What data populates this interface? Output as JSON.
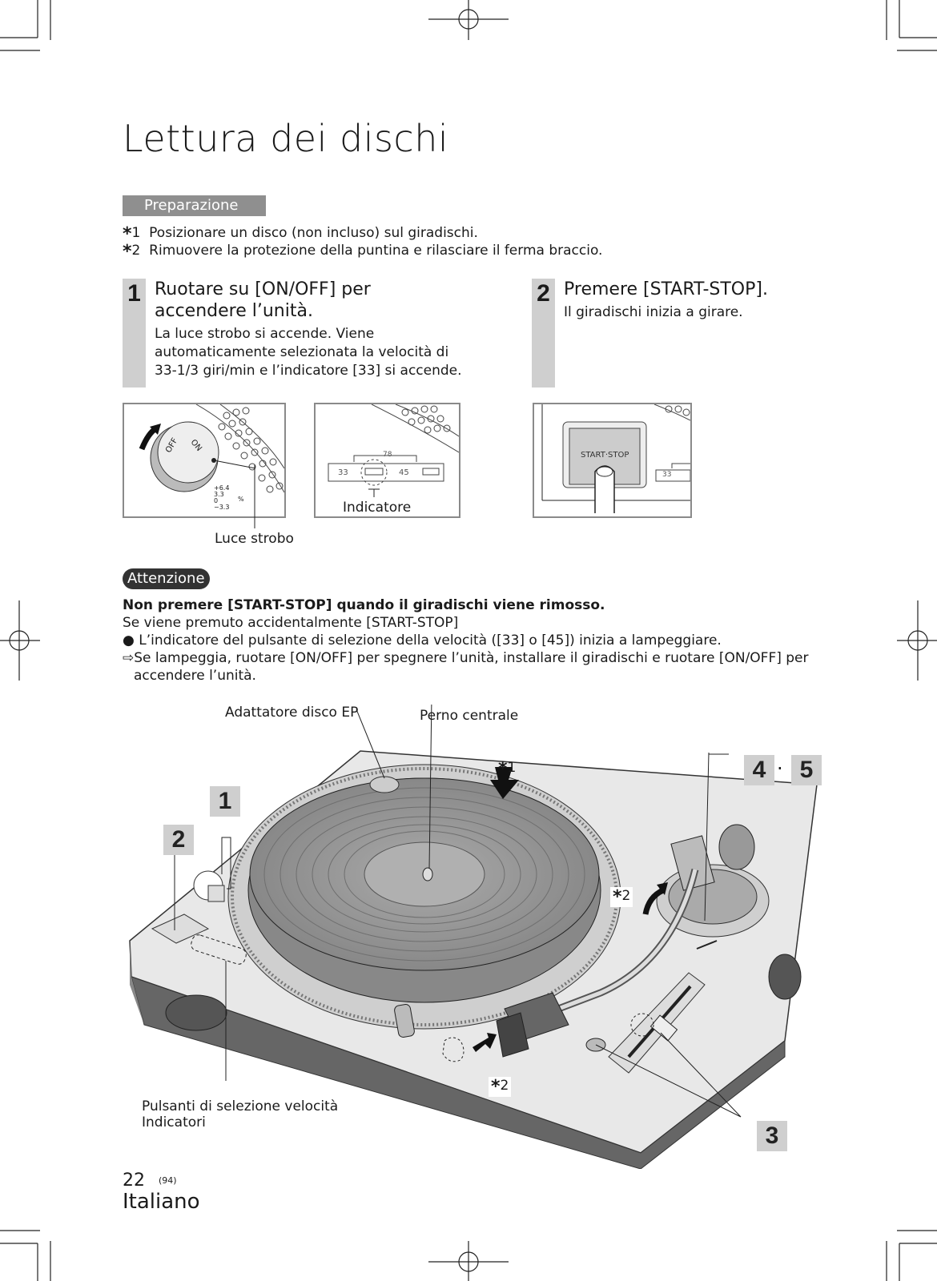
{
  "title": "Lettura dei dischi",
  "preparation": {
    "tag": "Preparazione",
    "lines": [
      {
        "mark": "1",
        "text": "Posizionare un disco (non incluso) sul giradischi."
      },
      {
        "mark": "2",
        "text": "Rimuovere la protezione della puntina e rilasciare il ferma braccio."
      }
    ]
  },
  "steps": [
    {
      "number": "1",
      "heading_line1": "Ruotare su [ON/OFF] per",
      "heading_line2": "accendere l’unità.",
      "body_line1": "La luce strobo si accende. Viene",
      "body_line2": "automaticamente selezionata la velocità di",
      "body_line3": "33-1/3 giri/min e l’indicatore [33] si accende."
    },
    {
      "number": "2",
      "heading_line1": "Premere [START-STOP].",
      "body_line1": "Il giradischi inizia a girare."
    }
  ],
  "figures": {
    "dial_off": "OFF",
    "dial_on": "ON",
    "pitch_scale": [
      "+6.4",
      "3.3",
      "0",
      "−3.3",
      "%"
    ],
    "strobe_label": "Luce strobo",
    "speed_33": "33",
    "speed_45": "45",
    "speed_78": "78",
    "indicator_label": "Indicatore",
    "start_stop": "START·STOP",
    "speed_33b": "33"
  },
  "attention": {
    "tag": "Attenzione",
    "bold_line": "Non premere [START-STOP] quando il giradischi viene rimosso.",
    "line2": "Se viene premuto accidentalmente [START-STOP]",
    "bullet": "● L’indicatore del pulsante di selezione della velocità ([33] o [45]) inizia a lampeggiare.",
    "arrow_line1": "⇨Se lampeggia, ruotare [ON/OFF] per spegnere l’unità, installare il giradischi e ruotare [ON/OFF] per",
    "arrow_line2": "accendere l’unità."
  },
  "diagram": {
    "ep_adapter": "Adattatore disco EP",
    "center_spindle": "Perno centrale",
    "star1": "1",
    "star2a": "2",
    "star2b": "2",
    "badge_1": "1",
    "badge_2": "2",
    "badge_4": "4",
    "badge_dot": "·",
    "badge_5": "5",
    "badge_3": "3",
    "speed_buttons_line1": "Pulsanti di selezione velocità",
    "speed_buttons_line2": "Indicatori"
  },
  "footer": {
    "page": "22",
    "small": "(94)",
    "language": "Italiano"
  }
}
